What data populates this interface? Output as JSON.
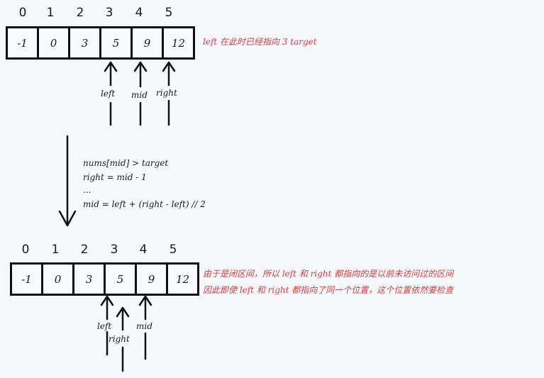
{
  "top": {
    "indices": [
      "0",
      "1",
      "2",
      "3",
      "4",
      "5"
    ],
    "values": [
      "-1",
      "0",
      "3",
      "5",
      "9",
      "12"
    ],
    "note": "left 在此时已经指向 3 target",
    "pointers": {
      "left": "left",
      "mid": "mid",
      "right": "right"
    }
  },
  "step": {
    "lines": [
      "nums[mid] > target",
      "right = mid - 1",
      "...",
      "mid = left + (right - left) // 2"
    ]
  },
  "bottom": {
    "indices": [
      "0",
      "1",
      "2",
      "3",
      "4",
      "5"
    ],
    "values": [
      "-1",
      "0",
      "3",
      "5",
      "9",
      "12"
    ],
    "note_line1": "由于是闭区间，所以 left 和 right 都指向的是以前未访问过的区间",
    "note_line2": "因此即使 left 和 right 都指向了同一个位置，这个位置依然要检查",
    "pointers": {
      "left": "left",
      "right": "right",
      "mid": "mid"
    }
  }
}
